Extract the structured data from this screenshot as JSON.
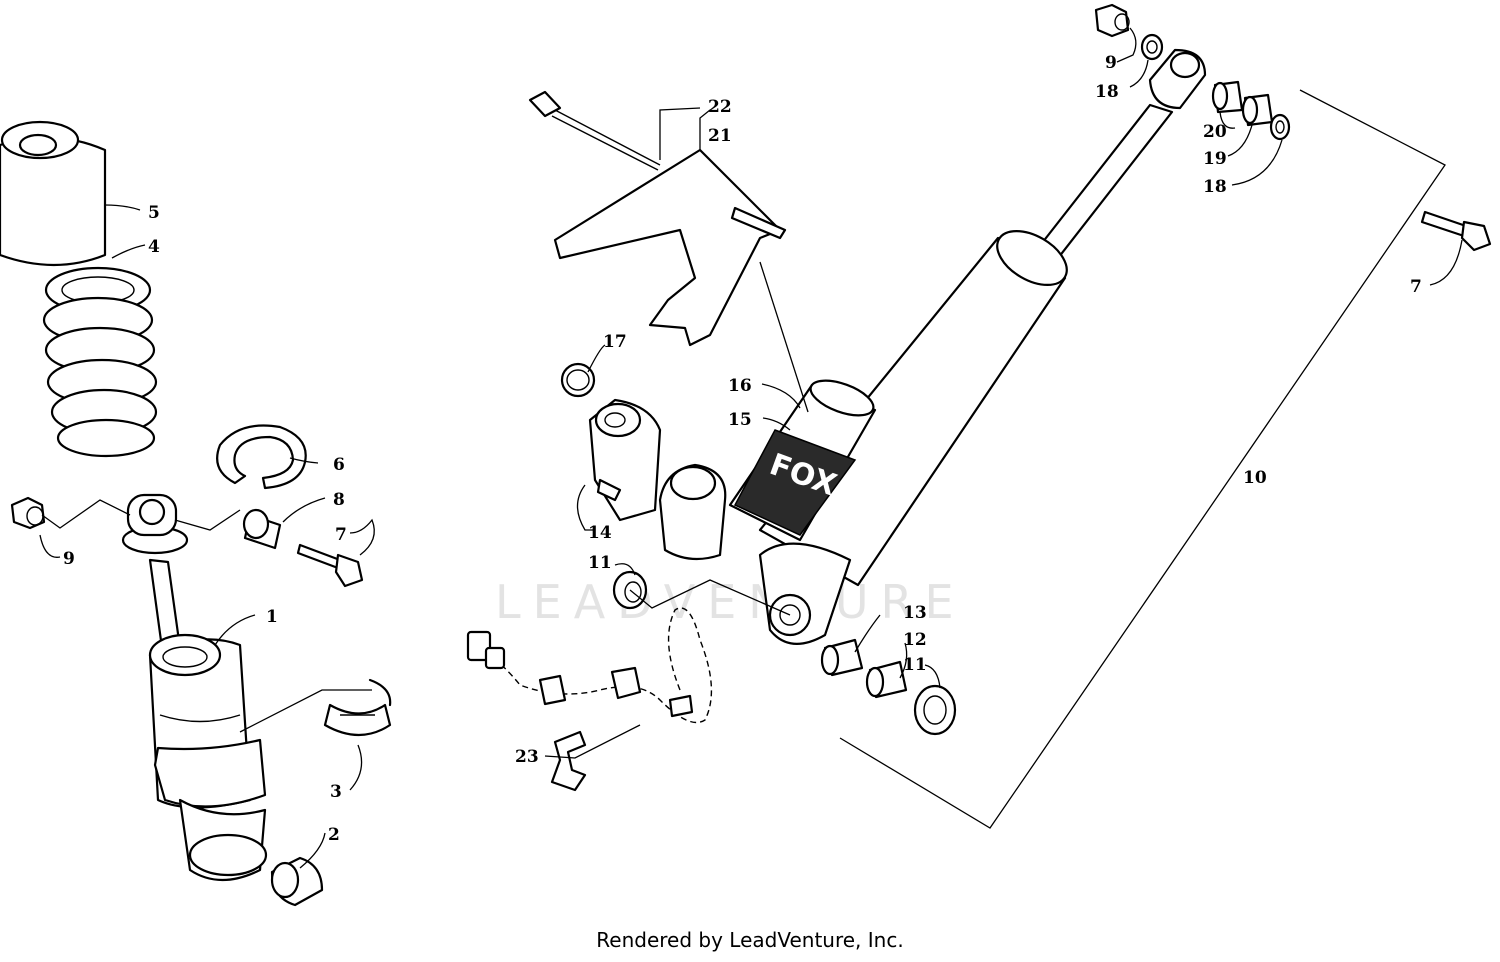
{
  "watermark": "LEADVENTURE",
  "footer": "Rendered by LeadVenture, Inc.",
  "shock_brand_label": "FOX",
  "callouts": {
    "c1": "1",
    "c2": "2",
    "c3": "3",
    "c4": "4",
    "c5": "5",
    "c6": "6",
    "c7a": "7",
    "c7b": "7",
    "c8": "8",
    "c9a": "9",
    "c9b": "9",
    "c10": "10",
    "c11a": "11",
    "c11b": "11",
    "c12": "12",
    "c13": "13",
    "c14": "14",
    "c15": "15",
    "c16": "16",
    "c17": "17",
    "c18a": "18",
    "c18b": "18",
    "c19": "19",
    "c20": "20",
    "c21": "21",
    "c22": "22",
    "c23": "23"
  }
}
